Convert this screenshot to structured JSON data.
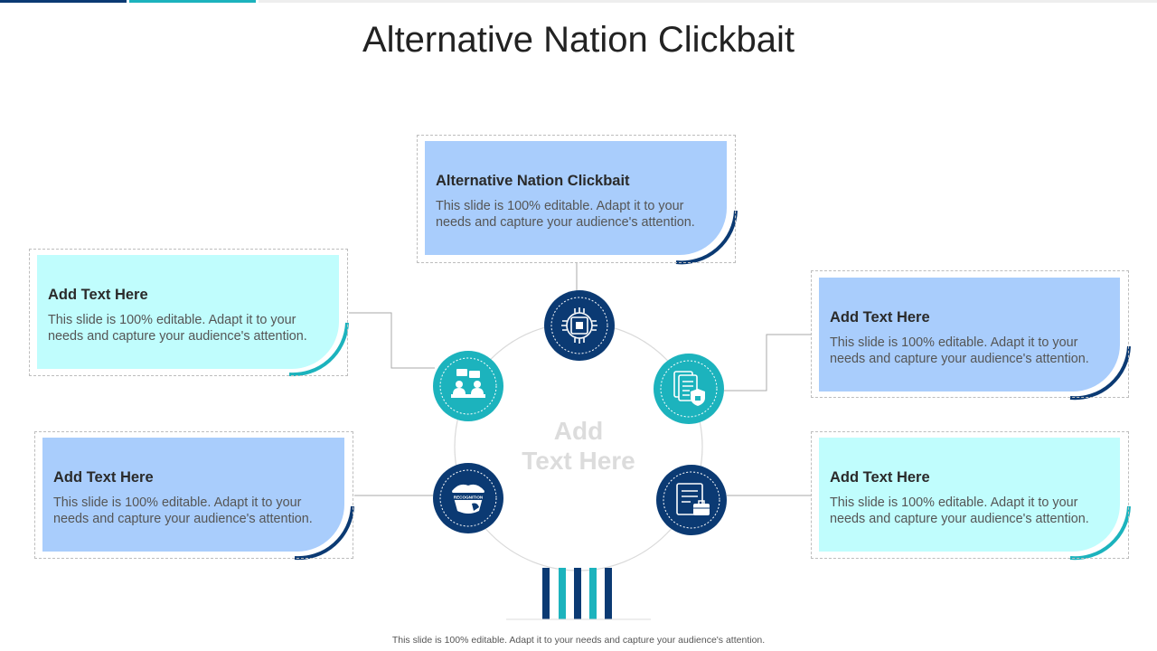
{
  "slide": {
    "title": "Alternative Nation Clickbait",
    "footer": "This slide is 100% editable. Adapt it to your needs and capture your audience's attention."
  },
  "hub": {
    "line1": "Add",
    "line2": "Text Here"
  },
  "colors": {
    "dark_navy": "#0b3a73",
    "teal": "#1cb3bd",
    "light_blue_fill": "#a9cdfc",
    "light_cyan_fill": "#c0fdfd",
    "hub_ring": "#d9d9d9"
  },
  "cards": {
    "top": {
      "heading": "Alternative Nation Clickbait",
      "body": "This slide is 100% editable. Adapt it to your needs and capture your audience's attention."
    },
    "left_upper": {
      "heading": "Add Text Here",
      "body": "This slide is 100% editable. Adapt it to your needs and capture your audience's attention."
    },
    "left_lower": {
      "heading": "Add Text Here",
      "body": "This slide is 100% editable. Adapt it to your needs and capture your audience's attention."
    },
    "right_upper": {
      "heading": "Add Text Here",
      "body": "This slide is 100% editable. Adapt it to your needs and capture your audience's attention."
    },
    "right_lower": {
      "heading": "Add Text Here",
      "body": "This slide is 100% editable. Adapt it to your needs and capture your audience's attention."
    }
  },
  "icons": {
    "top": "microchip-icon",
    "upper_left": "team-discussion-icon",
    "upper_right": "secure-documents-icon",
    "lower_left": "recognition-badge-icon",
    "lower_right": "document-briefcase-icon",
    "badge_text": "RECOGNITION"
  }
}
